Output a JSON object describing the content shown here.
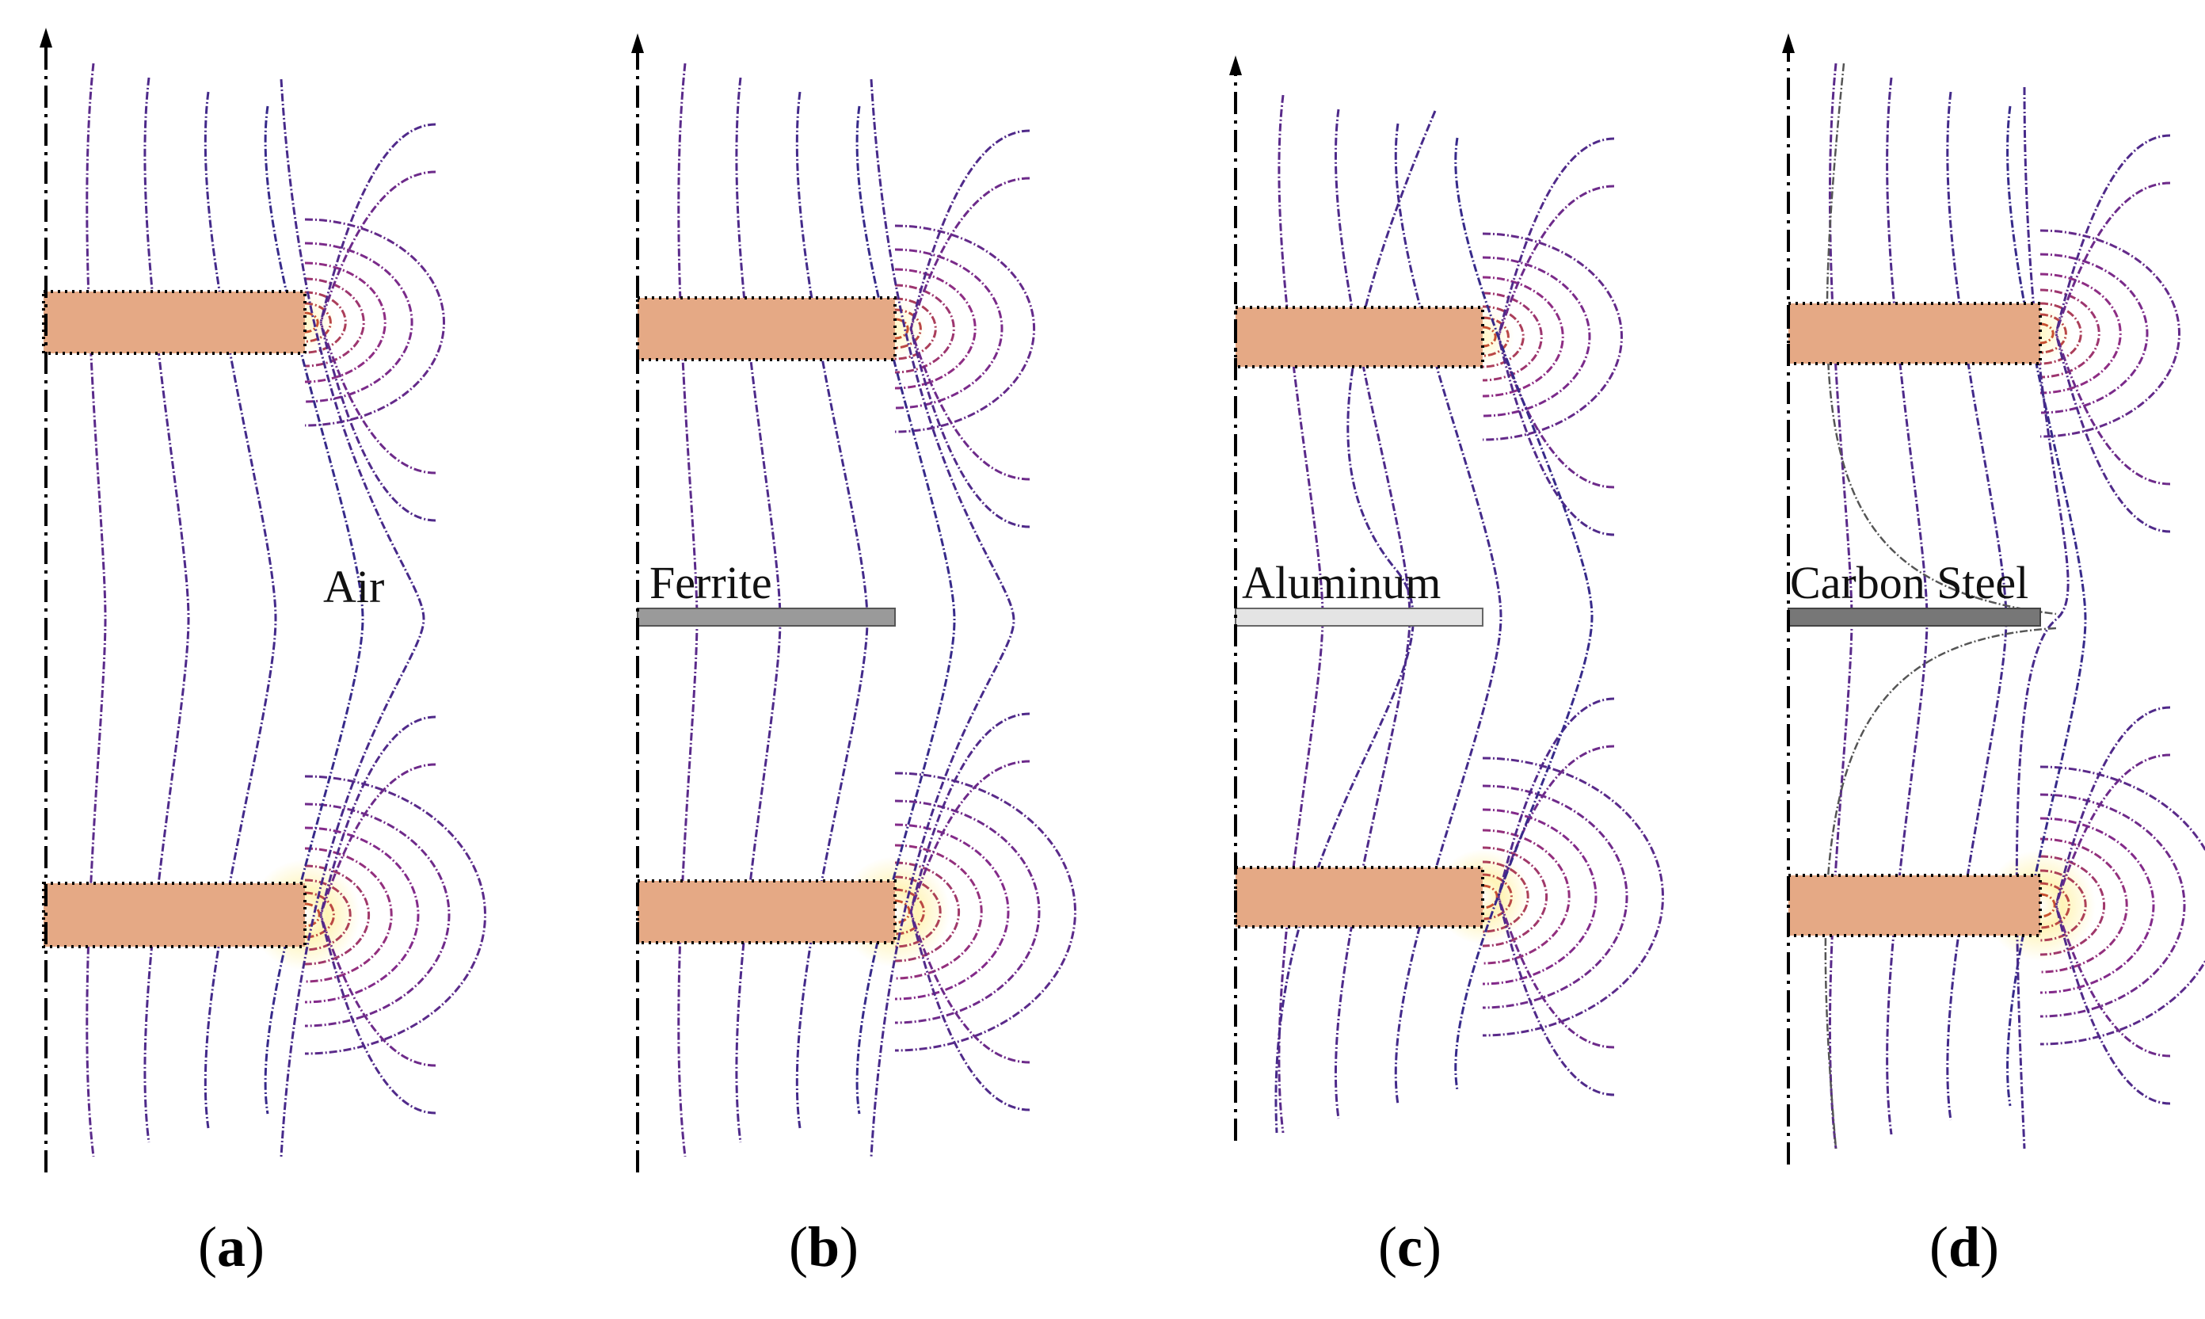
{
  "panels": [
    {
      "id": "a",
      "label": "a",
      "material": "Air",
      "plate": null
    },
    {
      "id": "b",
      "label": "b",
      "material": "Ferrite",
      "plate": "#9a9a9a"
    },
    {
      "id": "c",
      "label": "c",
      "material": "Aluminum",
      "plate": "#e4e4e4"
    },
    {
      "id": "d",
      "label": "d",
      "material": "Carbon Steel",
      "plate": "#777777"
    }
  ],
  "colors": {
    "coil": "#e5a985",
    "axis": "#000000",
    "line_outer": "#2a2a8a",
    "line_mid": "#8a2a8a",
    "line_inner": "#c85030",
    "core_glow": "#fff6c0"
  }
}
